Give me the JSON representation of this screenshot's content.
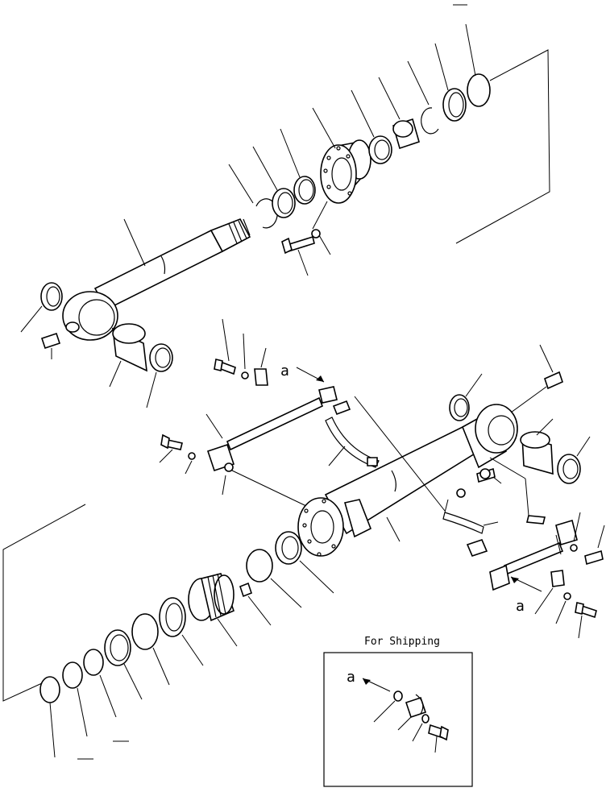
{
  "labels": {
    "view_a_upper": "a",
    "view_a_lower": "a",
    "view_a_inset": "a",
    "shipping_title": "For Shipping"
  }
}
